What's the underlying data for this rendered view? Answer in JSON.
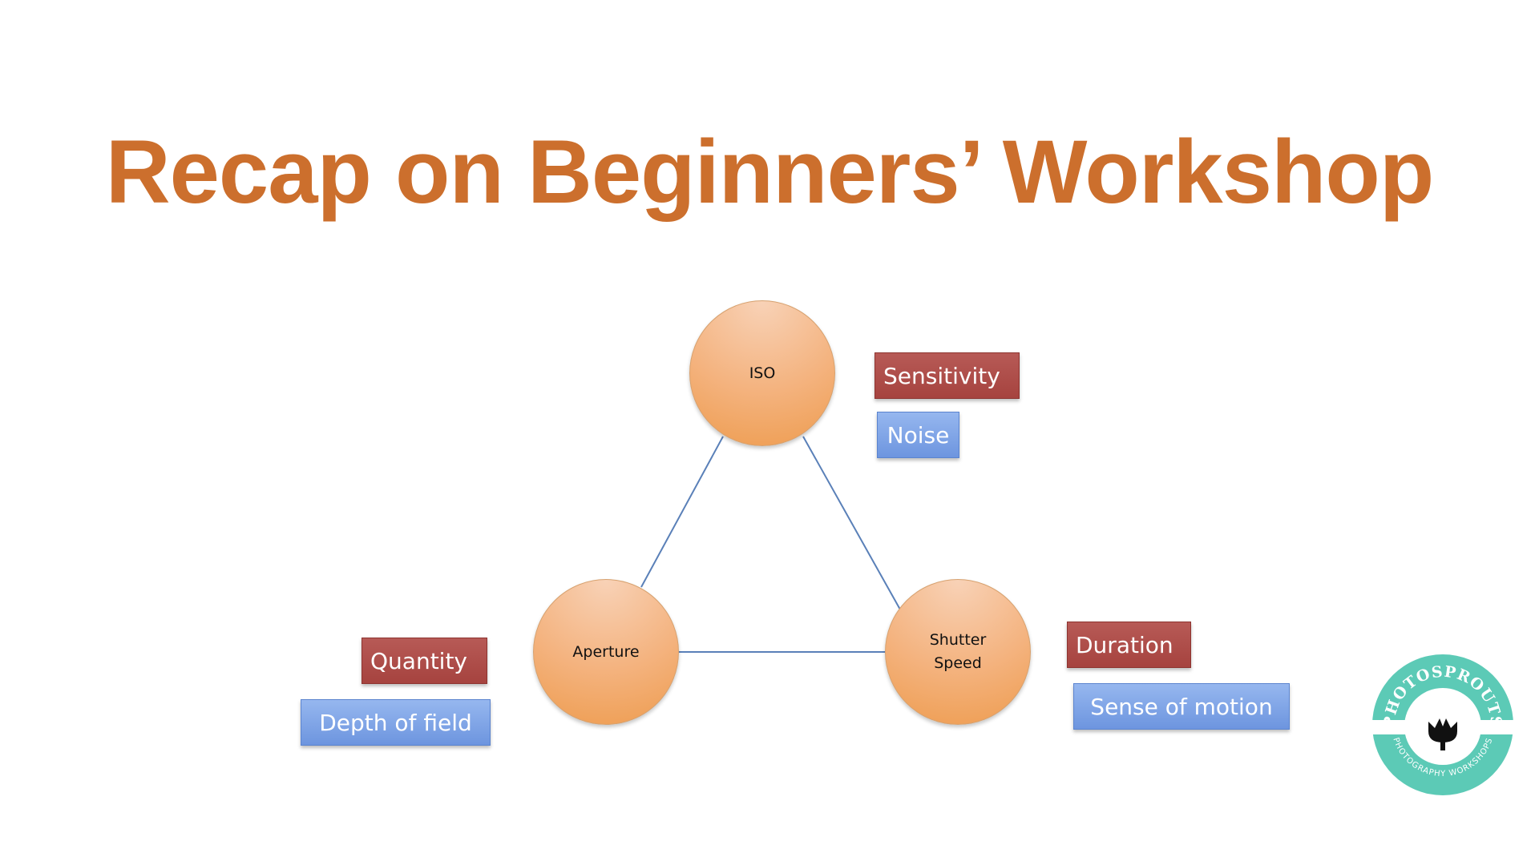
{
  "slide": {
    "title": "Recap on Beginners’ Workshop"
  },
  "diagram": {
    "nodes": [
      {
        "id": "iso",
        "label": "ISO"
      },
      {
        "id": "aperture",
        "label": "Aperture"
      },
      {
        "id": "shutter",
        "label": "Shutter\nSpeed"
      }
    ],
    "edges": [
      {
        "from": "iso",
        "to": "aperture"
      },
      {
        "from": "iso",
        "to": "shutter"
      },
      {
        "from": "aperture",
        "to": "shutter"
      }
    ],
    "tags": {
      "sensitivity": "Sensitivity",
      "noise": "Noise",
      "quantity": "Quantity",
      "depth_of_field": "Depth of field",
      "duration": "Duration",
      "sense_of_motion": "Sense of motion"
    }
  },
  "logo": {
    "top_text": "PHOTOSPROUTS",
    "bottom_text": "PHOTOGRAPHY WORKSHOPS",
    "icon": "sprout-icon"
  },
  "colors": {
    "title": "#cc6f2d",
    "node_fill": "#f4b37f",
    "tag_red": "#a6433f",
    "tag_blue": "#6d95df",
    "connector": "#5a80b8",
    "logo_teal": "#5ccab6"
  }
}
